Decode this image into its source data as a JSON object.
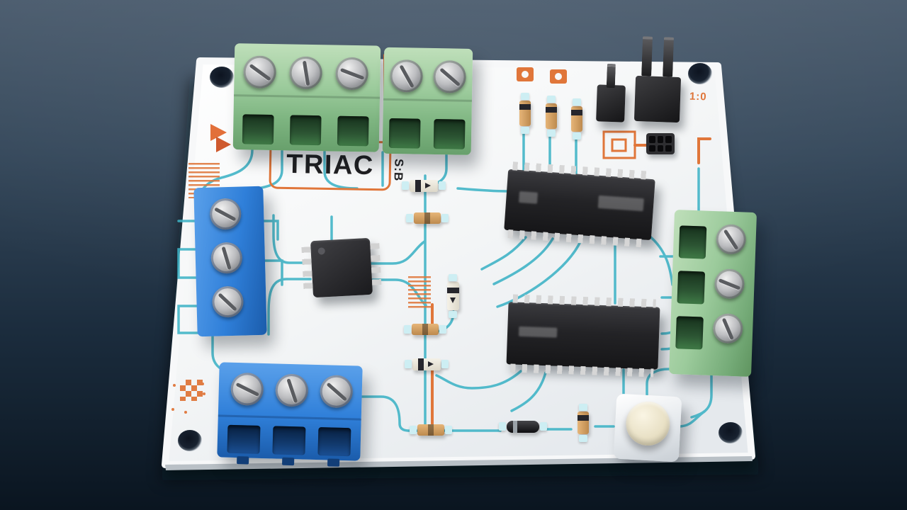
{
  "scene": {
    "description": "3D render of a white printed circuit board on a dark blue surface",
    "colors": {
      "background_top": "#4b5c6e",
      "background_bottom": "#0a1520",
      "board": "#f7f8f9",
      "copper_trace_teal": "#3db3c6",
      "silkscreen_orange": "#e0763a",
      "terminal_green": "#8fc390",
      "terminal_blue": "#2f7fd9",
      "ic_body": "#232326",
      "button_cap": "#efe8d2"
    }
  },
  "labels": {
    "board_title": "TRIAC",
    "board_title_side": "S:B",
    "corner_marking": "1:0"
  },
  "components": [
    {
      "name": "green-terminal-block-top",
      "type": "screw-terminal",
      "positions": 5,
      "color": "#8fc390"
    },
    {
      "name": "blue-terminal-block-left",
      "type": "screw-terminal",
      "positions": 3,
      "color": "#2f7fd9"
    },
    {
      "name": "blue-terminal-block-bottom",
      "type": "screw-terminal",
      "positions": 3,
      "color": "#2f7fd9"
    },
    {
      "name": "green-terminal-block-right",
      "type": "screw-terminal",
      "positions": 3,
      "color": "#8fc390"
    },
    {
      "name": "ic-soic8",
      "type": "integrated-circuit",
      "marking": ""
    },
    {
      "name": "ic-wide-top",
      "type": "integrated-circuit",
      "marking": ""
    },
    {
      "name": "ic-wide-bottom",
      "type": "integrated-circuit",
      "marking": ""
    },
    {
      "name": "pin-header-2pin",
      "type": "header"
    },
    {
      "name": "pin-header-1pin",
      "type": "header"
    },
    {
      "name": "pad-grid-6",
      "type": "pad-array"
    },
    {
      "name": "push-button",
      "type": "tactile-button"
    },
    {
      "name": "mounting-holes",
      "type": "hole",
      "count": 4
    },
    {
      "name": "diodes-and-resistors",
      "type": "passives",
      "count": 10
    }
  ]
}
